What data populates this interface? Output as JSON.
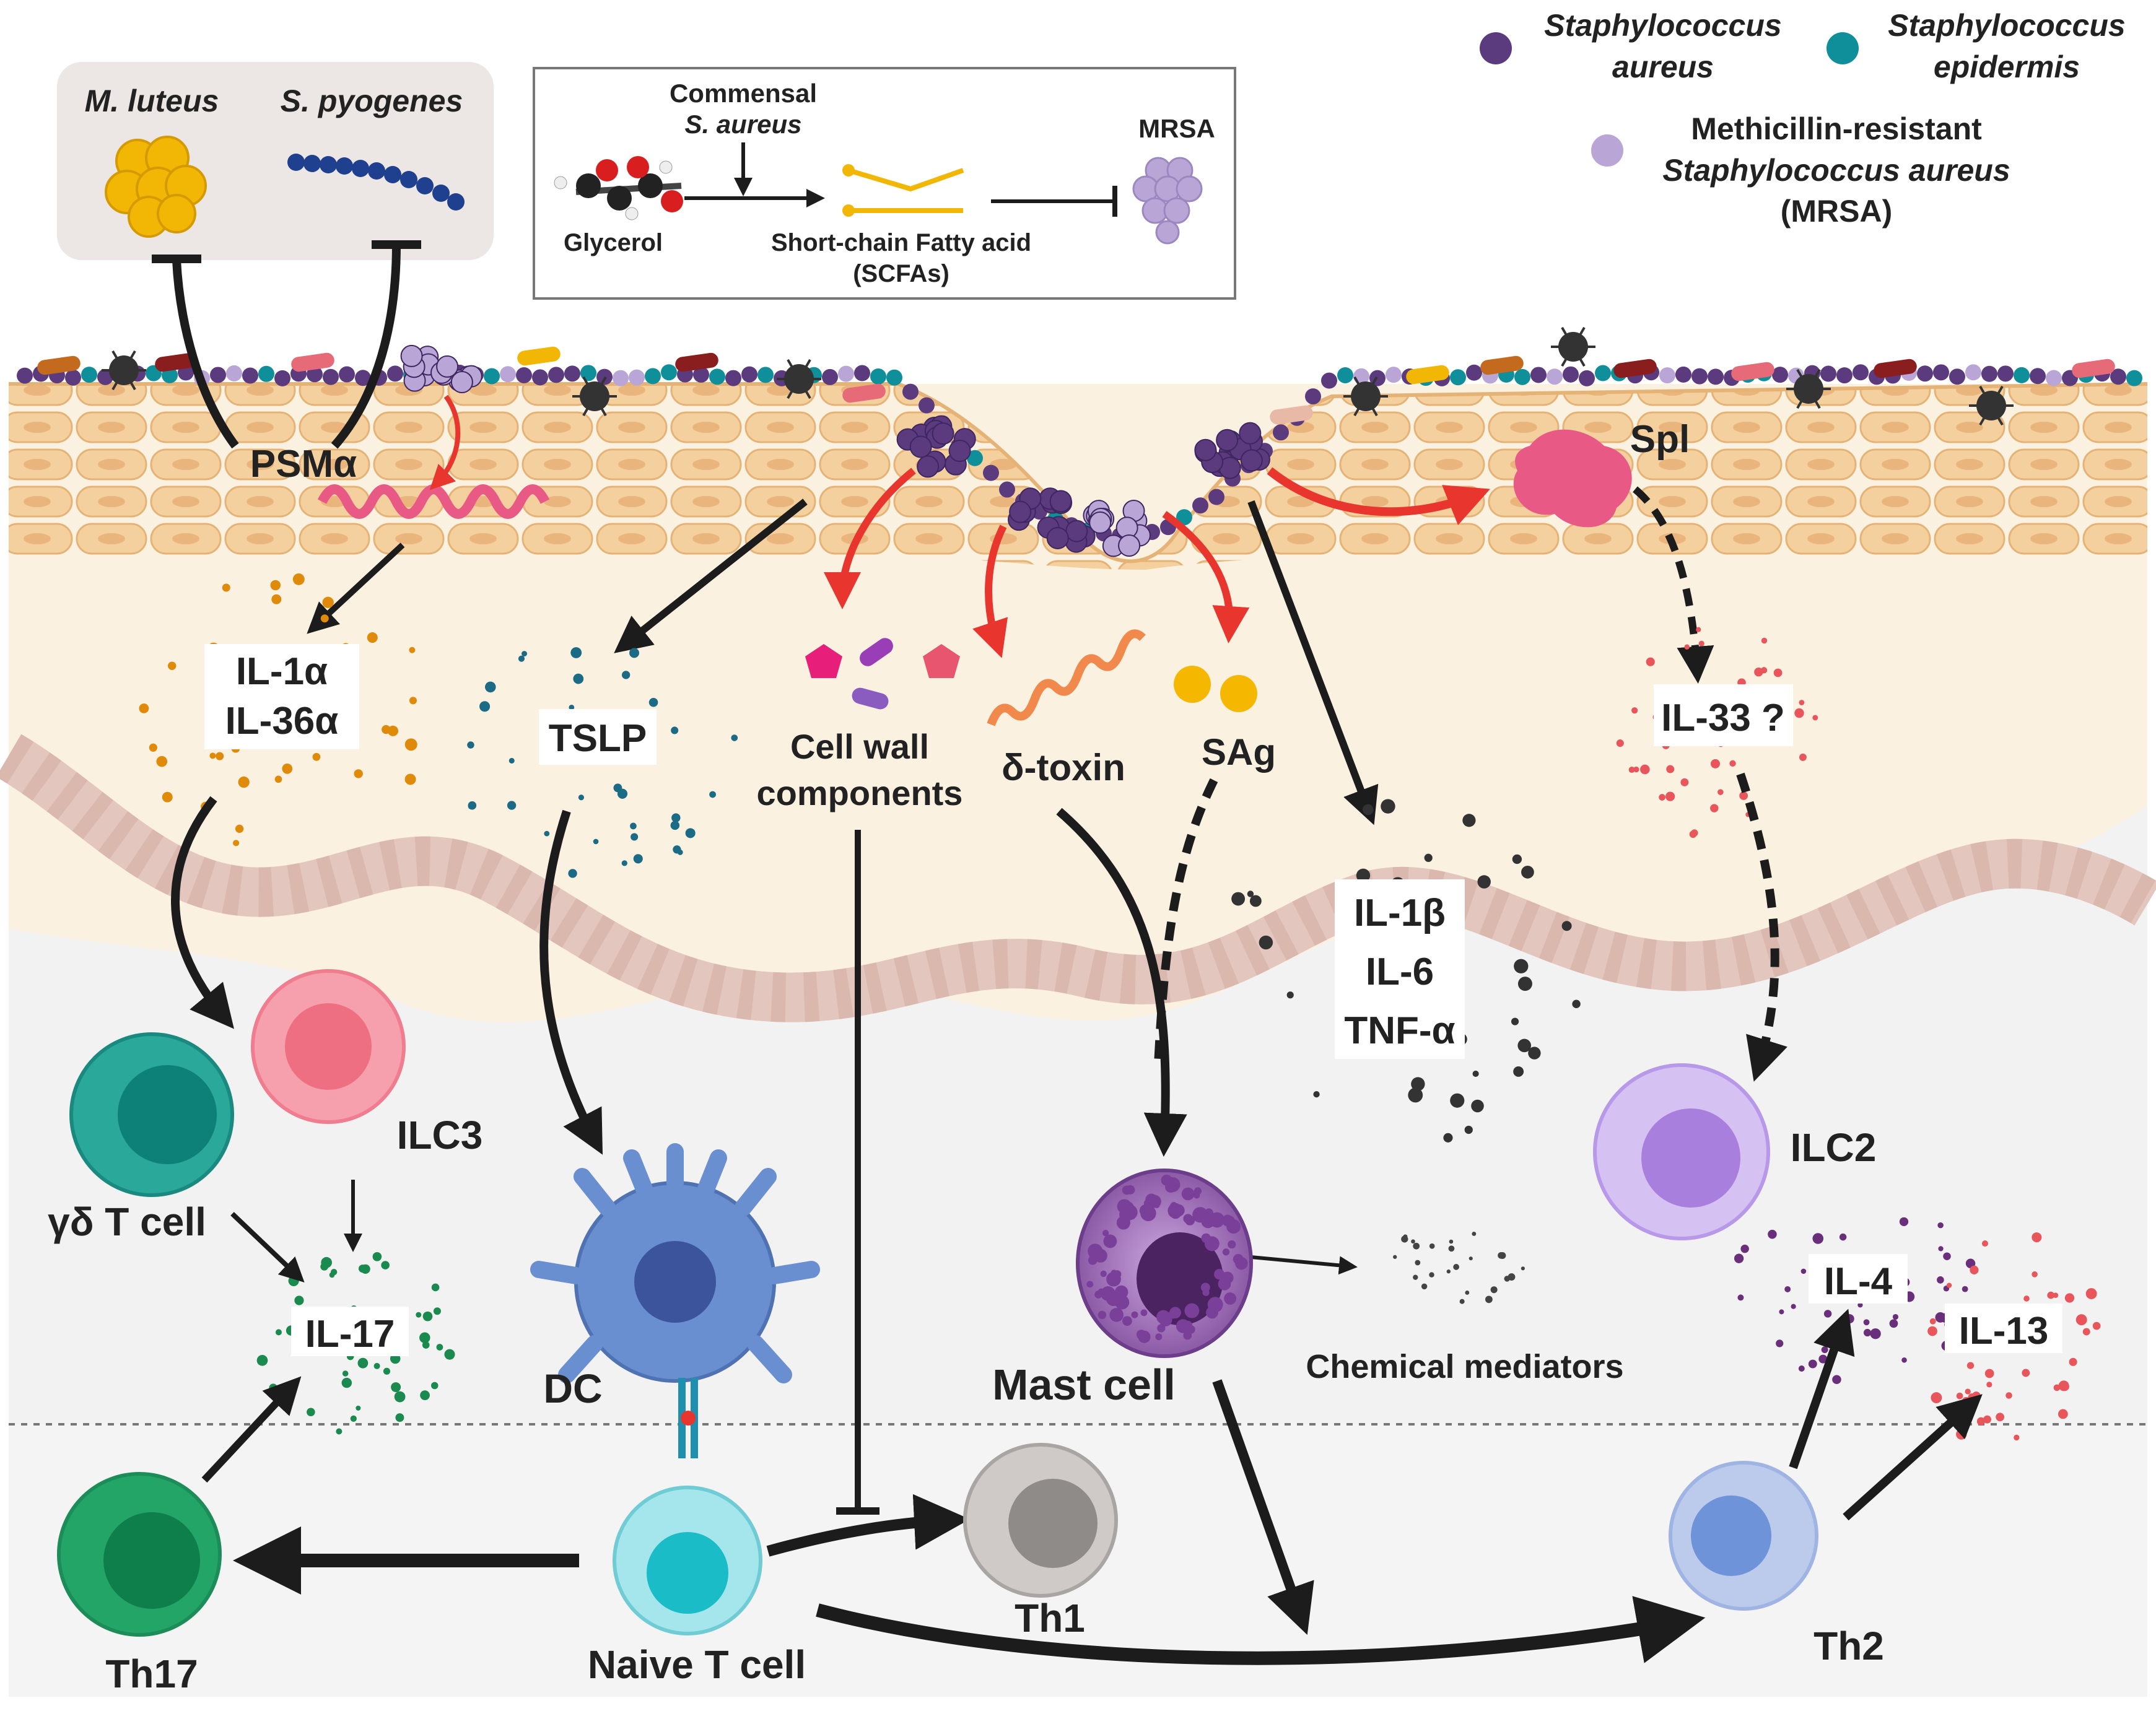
{
  "legend": {
    "s_aureus": "Staphylococcus aureus",
    "s_aureus_l1": "Staphylococcus",
    "s_aureus_l2": "aureus",
    "s_epidermis_l1": "Staphylococcus",
    "s_epidermis_l2": "epidermis",
    "mrsa_l1": "Methicillin-resistant",
    "mrsa_l2": "Staphylococcus aureus",
    "mrsa_l3": "(MRSA)",
    "colors": {
      "s_aureus": "#5b3a7e",
      "s_epidermis": "#0e8f99",
      "mrsa": "#b9a6d6"
    }
  },
  "inset_pathogens": {
    "m_luteus": "M. luteus",
    "s_pyogenes": "S. pyogenes"
  },
  "inset_scfa": {
    "commensal_l1": "Commensal",
    "commensal_l2": "S. aureus",
    "mrsa": "MRSA",
    "glycerol": "Glycerol",
    "scfa_l1": "Short-chain Fatty acid",
    "scfa_l2": "(SCFAs)"
  },
  "molecules": {
    "psma": "PSMα",
    "spl": "Spl",
    "il1a": "IL-1α",
    "il36a": "IL-36α",
    "tslp": "TSLP",
    "cell_wall_l1": "Cell wall",
    "cell_wall_l2": "components",
    "delta_toxin": "δ-toxin",
    "sag": "SAg",
    "il33": "IL-33 ?",
    "il1b": "IL-1β",
    "il6": "IL-6",
    "tnfa": "TNF-α",
    "il17": "IL-17",
    "il4": "IL-4",
    "il13": "IL-13",
    "chemical_mediators": "Chemical mediators"
  },
  "cells": {
    "gd_t": "γδ T cell",
    "ilc3": "ILC3",
    "dc": "DC",
    "mast": "Mast cell",
    "ilc2": "ILC2",
    "th17": "Th17",
    "naive_t": "Naive T cell",
    "th1": "Th1",
    "th2": "Th2"
  },
  "palette": {
    "skin_surface": "#f6dcb4",
    "dermis": "#fbf1e1",
    "basal": "#e9cfc6",
    "lower": "#f4f4f4",
    "arrow_black": "#1c1c1c",
    "arrow_red": "#e8362f",
    "gd_t": "#2aa89a",
    "ilc3": "#f27a8c",
    "dc": "#5b7fbf",
    "mast": "#8c5aa6",
    "ilc2": "#c6a6ec",
    "th17": "#23a568",
    "naive_t": "#5fd0d8",
    "th1": "#a9a5a2",
    "th2": "#9fb4e3"
  }
}
